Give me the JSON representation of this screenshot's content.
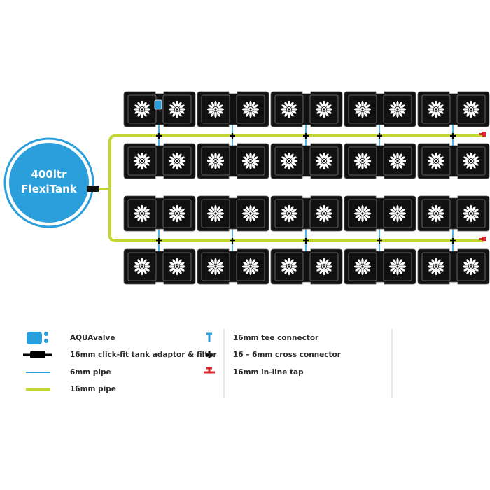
{
  "tank": {
    "capacity": "400ltr",
    "name": "FlexiTank",
    "color": "#2a9fdc"
  },
  "colors": {
    "pipe_16mm": "#c2d631",
    "pipe_6mm": "#2a9fdc",
    "tray": "#111111",
    "tap": "#e0242b",
    "aquavalve": "#2a9fdc"
  },
  "layout_grid": {
    "tray_rows": 4,
    "trays_per_row": 5,
    "pots_per_tray": 2,
    "main_pipe_runs": 2
  },
  "legend": {
    "left": [
      {
        "icon": "aquavalve-icon",
        "label": "AQUAvalve"
      },
      {
        "icon": "tank-adaptor-filter-icon",
        "label": "16mm click-fit tank adaptor & filter"
      },
      {
        "icon": "pipe-6mm-icon",
        "label": "6mm pipe"
      },
      {
        "icon": "pipe-16mm-icon",
        "label": "16mm pipe"
      }
    ],
    "right": [
      {
        "icon": "tee-connector-icon",
        "label": "16mm tee connector"
      },
      {
        "icon": "cross-connector-icon",
        "label": "16 – 6mm cross connector"
      },
      {
        "icon": "inline-tap-icon",
        "label": "16mm in-line tap"
      }
    ]
  }
}
